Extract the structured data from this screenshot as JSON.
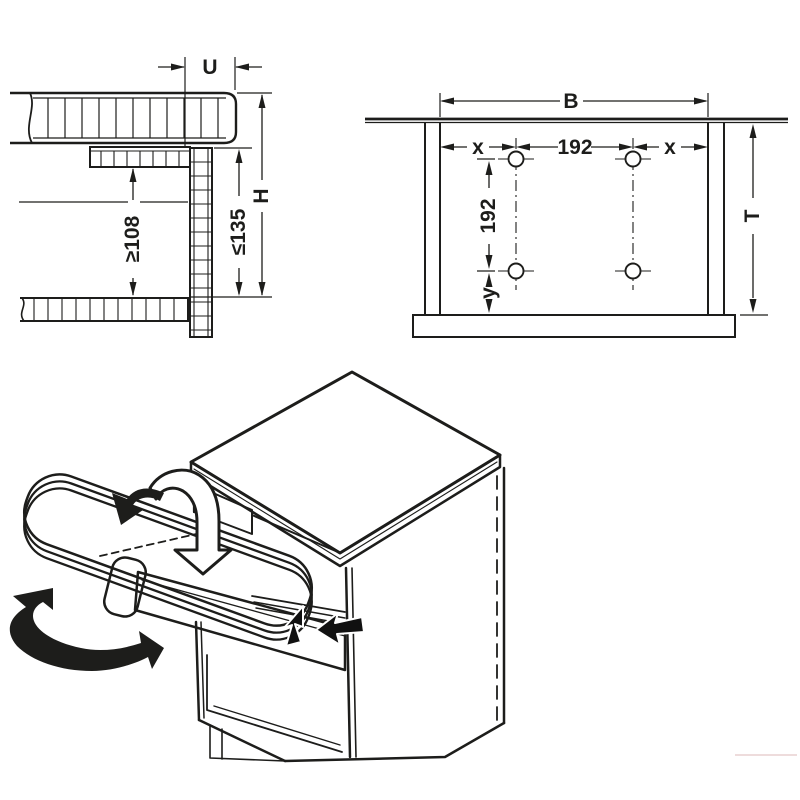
{
  "colors": {
    "line": "#1d1d1b",
    "board_gray": "#d3d6d8",
    "artifact_pink": "#eedcdc"
  },
  "side_view": {
    "labels": {
      "overhang_u": "U",
      "height_h": "H",
      "min_clearance": "≥108",
      "max_front_height": "≤135"
    }
  },
  "front_view": {
    "labels": {
      "width_b": "B",
      "x_left": "x",
      "hole_spacing": "192",
      "x_right": "x",
      "row_spacing": "192",
      "y_offset": "y",
      "depth_t": "T"
    }
  }
}
